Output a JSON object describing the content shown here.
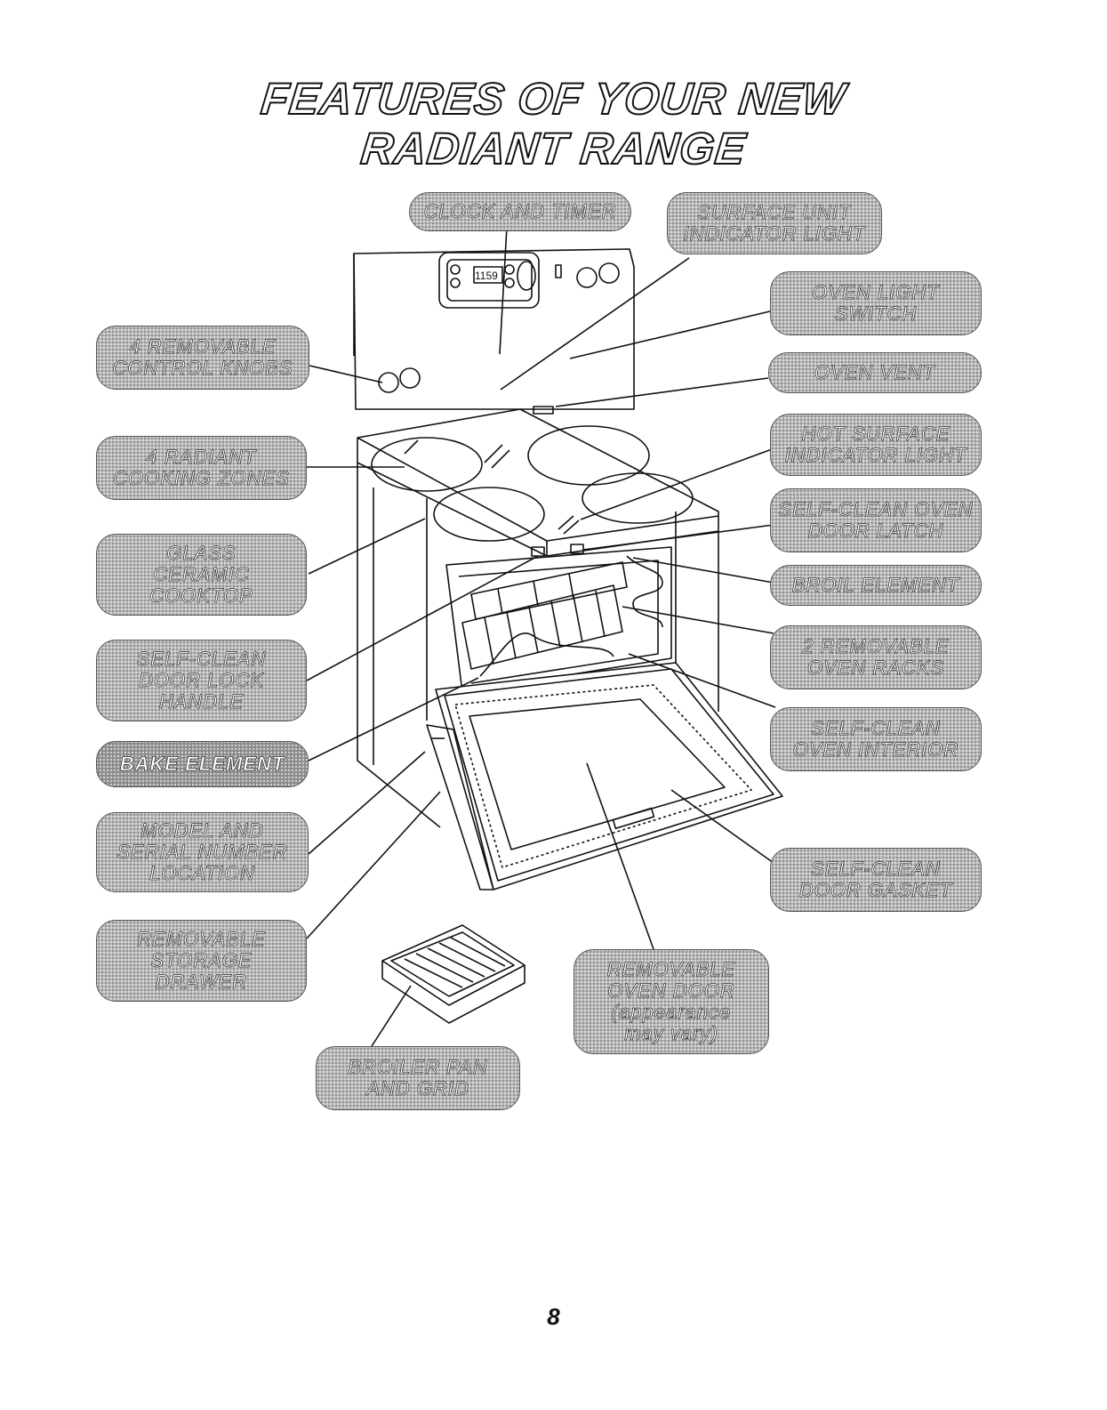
{
  "title": {
    "line1": "FEATURES OF YOUR NEW",
    "line2": "RADIANT RANGE"
  },
  "display": {
    "clock": "1159"
  },
  "labels": {
    "clock_and_timer": "CLOCK AND TIMER",
    "surface_unit_indicator_light": "SURFACE UNIT\nINDICATOR LIGHT",
    "oven_light_switch": "OVEN LIGHT\nSWITCH",
    "oven_vent": "OVEN VENT",
    "hot_surface_indicator_light": "HOT SURFACE\nINDICATOR LIGHT",
    "self_clean_oven_door_latch": "SELF-CLEAN OVEN\nDOOR LATCH",
    "broil_element": "BROIL ELEMENT",
    "removable_oven_racks": "2 REMOVABLE\nOVEN RACKS",
    "self_clean_oven_interior": "SELF-CLEAN\nOVEN INTERIOR",
    "self_clean_door_gasket": "SELF-CLEAN\nDOOR GASKET",
    "removable_oven_door": "REMOVABLE\nOVEN DOOR\n(appearance\nmay vary)",
    "broiler_pan_and_grid": "BROILER PAN\nAND GRID",
    "removable_control_knobs": "4 REMOVABLE\nCONTROL KNOBS",
    "radiant_cooking_zones": "4 RADIANT\nCOOKING ZONES",
    "glass_ceramic_cooktop": "GLASS\nCERAMIC\nCOOKTOP",
    "self_clean_door_lock_handle": "SELF-CLEAN\nDOOR LOCK\nHANDLE",
    "bake_element": "BAKE ELEMENT",
    "model_and_serial_number_location": "MODEL AND\nSERIAL NUMBER\nLOCATION",
    "removable_storage_drawer": "REMOVABLE\nSTORAGE\nDRAWER"
  },
  "page_number": "8"
}
